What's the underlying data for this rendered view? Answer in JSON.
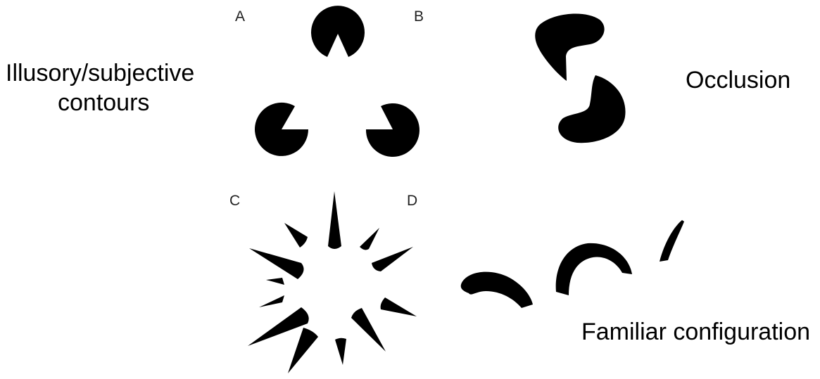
{
  "labels": {
    "illusory_line1": "Illusory/subjective",
    "illusory_line2": "contours",
    "occlusion": "Occlusion",
    "familiar": "Familiar configuration"
  },
  "panels": {
    "a": "A",
    "b": "B",
    "c": "C",
    "d": "D"
  },
  "colors": {
    "shape": "#000000",
    "background": "#ffffff"
  }
}
